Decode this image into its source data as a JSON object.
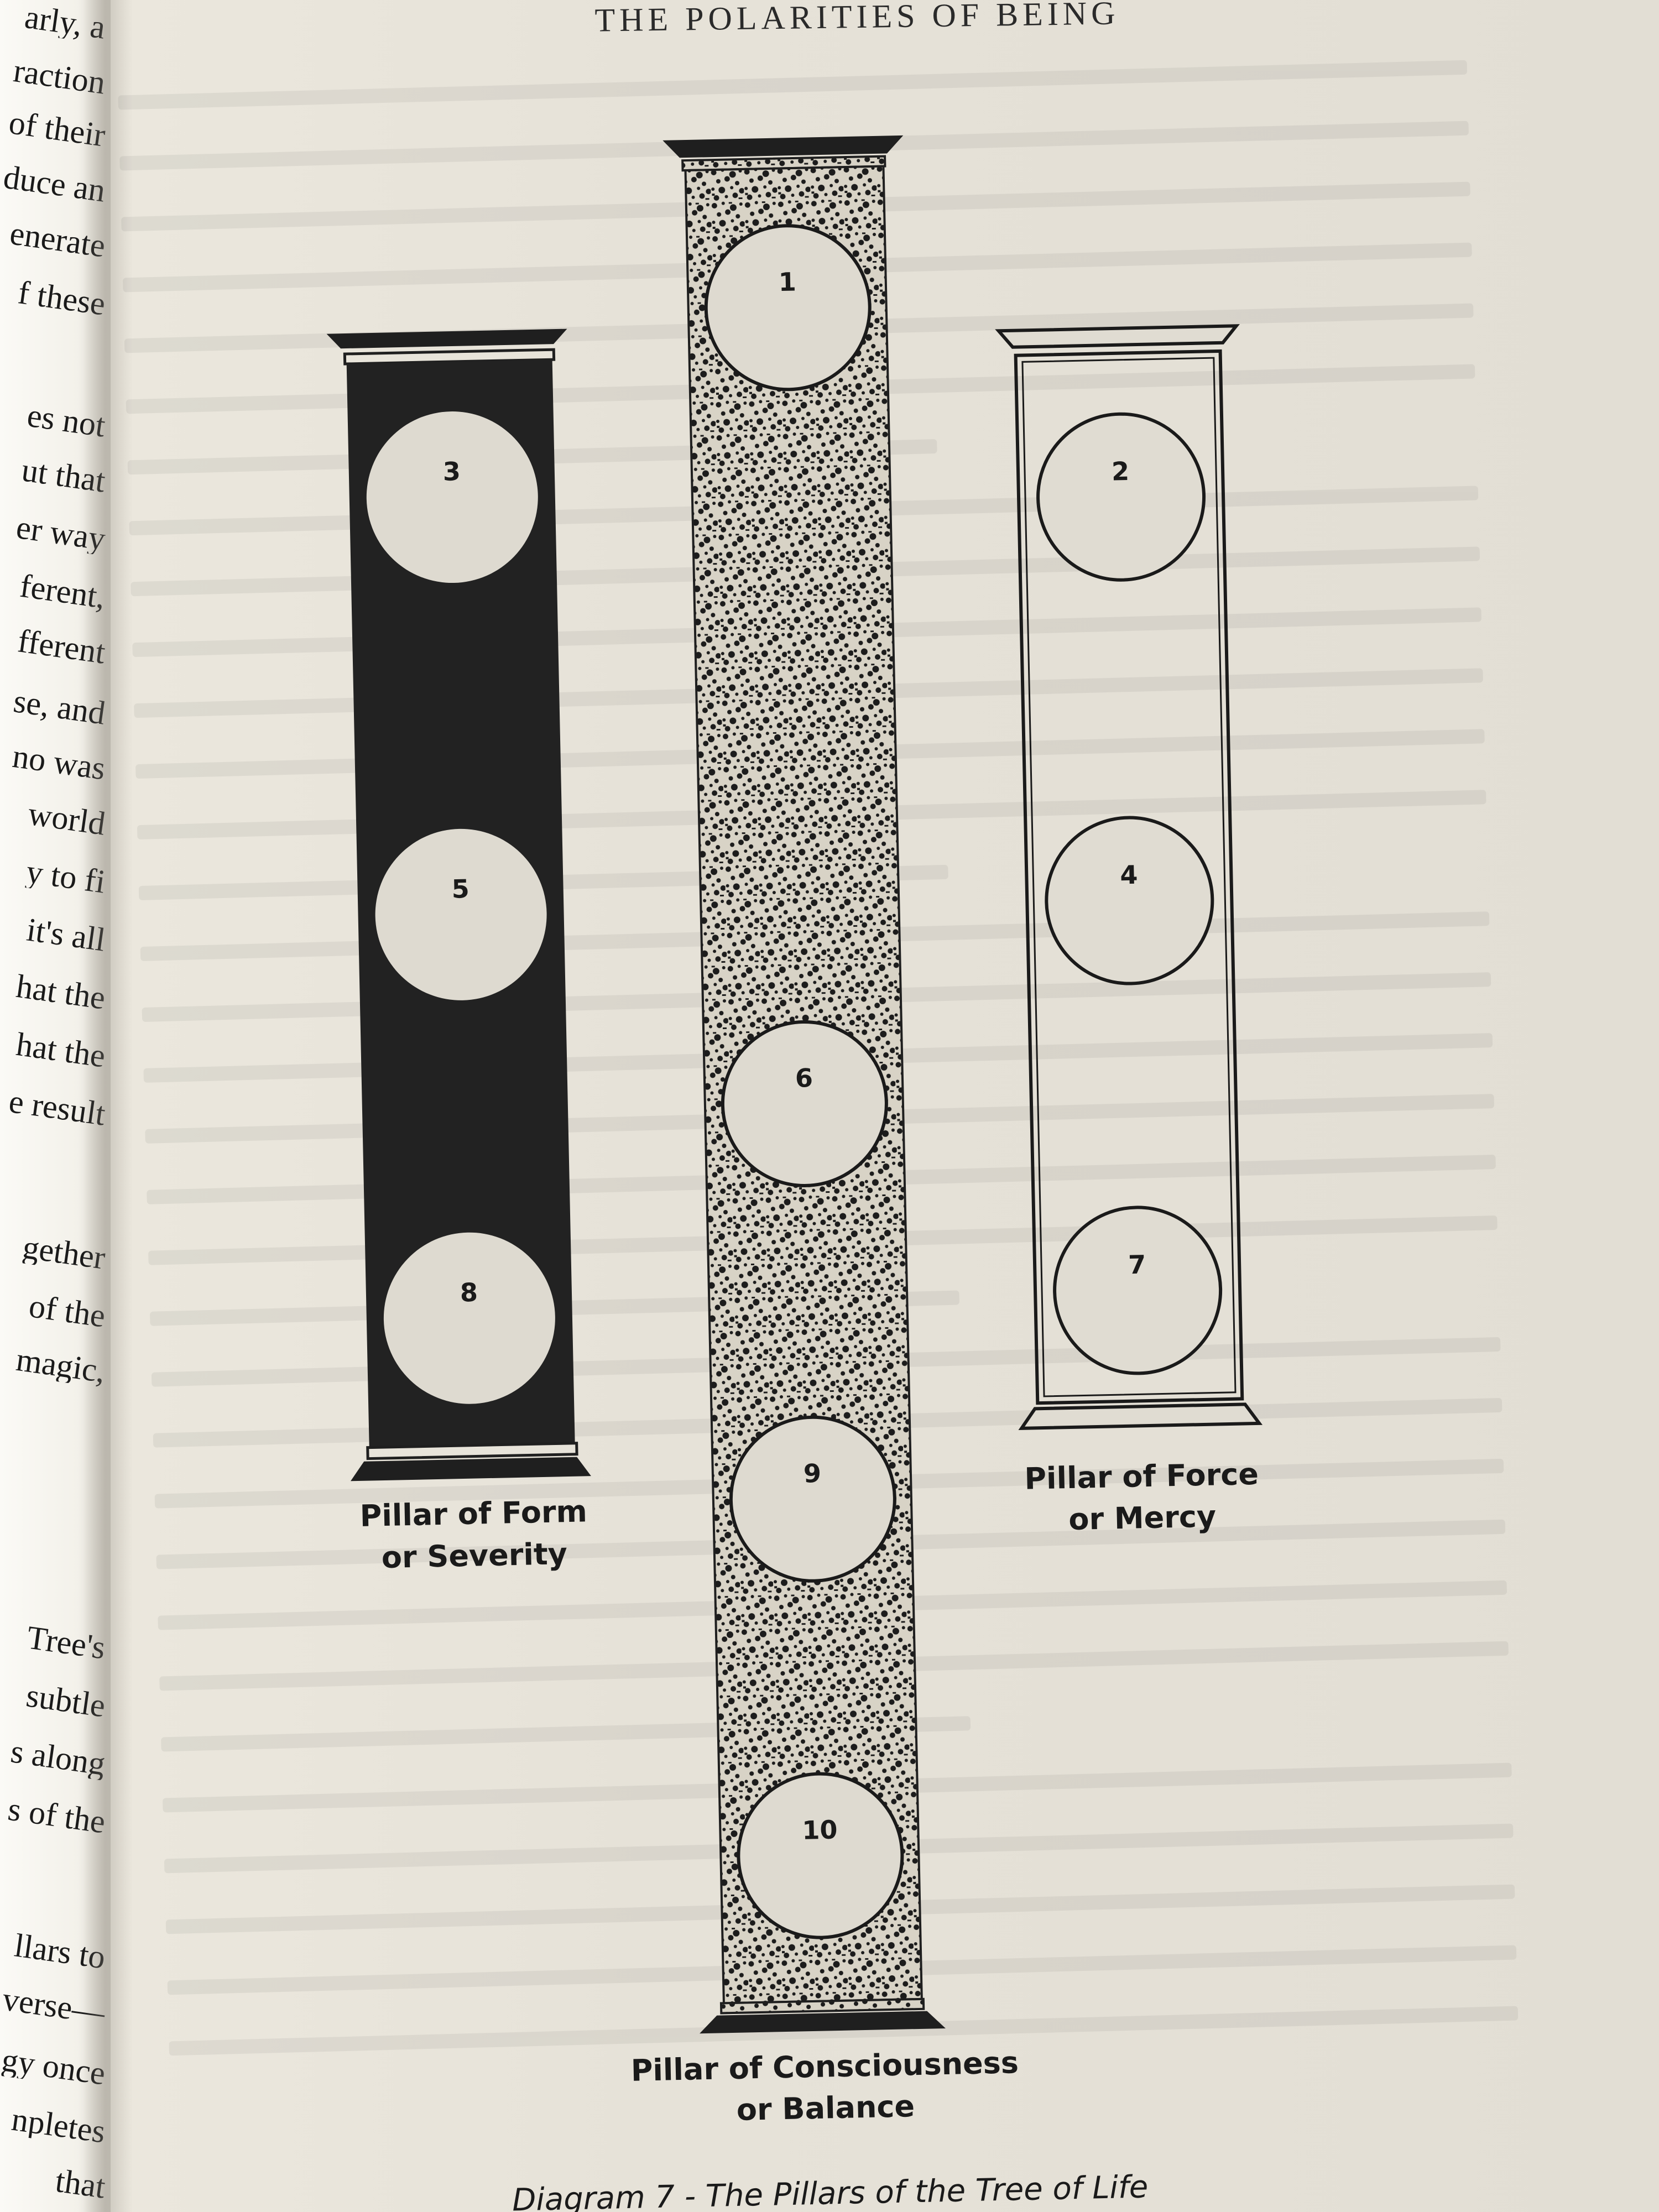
{
  "header": {
    "text": "THE POLARITIES OF BEING"
  },
  "left_page_fragments": [
    "arly, a",
    "raction",
    "of their",
    "duce an",
    "enerate",
    "f these",
    "es not",
    "ut that",
    "er way",
    "ferent,",
    "fferent",
    "se, and",
    "no was",
    "world",
    "y to fi",
    "it's all",
    "hat the",
    "hat the",
    "e result",
    "gether",
    "of the",
    "magic,",
    "Tree's",
    "subtle",
    "s along",
    "s of the",
    "llars to",
    "verse—",
    "gy once",
    "npletes",
    "that"
  ],
  "pillars": {
    "form": {
      "style": "black",
      "label_line1": "Pillar of Form",
      "label_line2": "or Severity",
      "sephiroth": [
        "3",
        "5",
        "8"
      ]
    },
    "consciousness": {
      "style": "speckled",
      "label_line1": "Pillar of Consciousness",
      "label_line2": "or Balance",
      "sephiroth": [
        "1",
        "6",
        "9",
        "10"
      ]
    },
    "force": {
      "style": "white",
      "label_line1": "Pillar of Force",
      "label_line2": "or Mercy",
      "sephiroth": [
        "2",
        "4",
        "7"
      ]
    }
  },
  "caption": "Diagram 7 - The Pillars of the Tree of Life"
}
